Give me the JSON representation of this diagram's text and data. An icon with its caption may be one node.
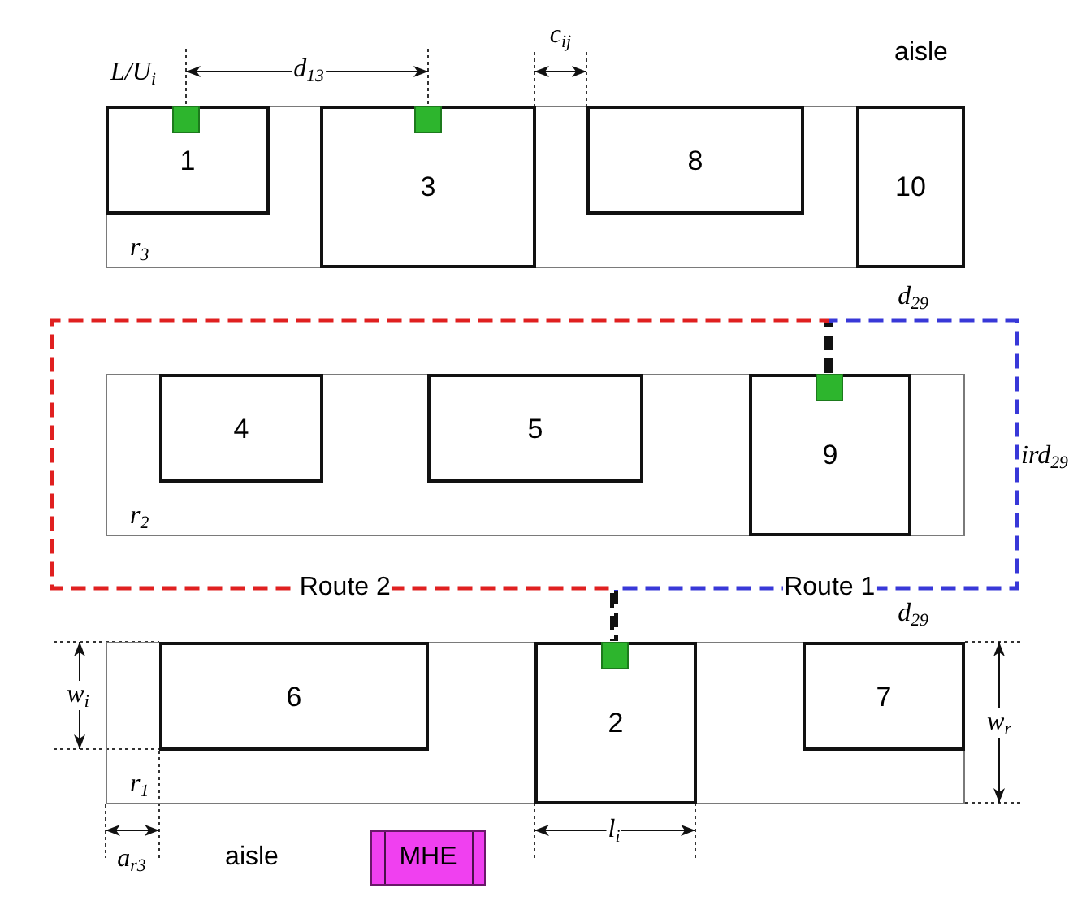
{
  "diagram": {
    "nodes": [
      {
        "text": [
          "r$_{3}$"
        ]
      },
      {
        "text": [
          "1"
        ],
        "in": 0
      },
      {
        "text": [],
        "shape": "box",
        "in": 1
      },
      {
        "text": [
          "3"
        ],
        "in": 0
      },
      {
        "text": [],
        "shape": "box",
        "in": 3
      },
      {
        "text": [
          "8"
        ],
        "in": 0
      },
      {
        "text": [
          "10"
        ],
        "in": 0
      },
      {
        "text": [
          "r$_{2}$"
        ]
      },
      {
        "text": [
          "4"
        ],
        "in": 7
      },
      {
        "text": [
          "5"
        ],
        "in": 7
      },
      {
        "text": [
          "9"
        ],
        "in": 7
      },
      {
        "text": [],
        "shape": "box",
        "in": 10
      },
      {
        "text": [
          "r$_{1}$"
        ]
      },
      {
        "text": [
          "6"
        ],
        "in": 12
      },
      {
        "text": [
          "2"
        ],
        "in": 12
      },
      {
        "text": [],
        "shape": "box",
        "in": 14
      },
      {
        "text": [
          "7"
        ],
        "in": 12
      },
      {
        "text": [
          "MHE"
        ]
      }
    ],
    "edges": [
      {
        "from": 11,
        "to": 15,
        "arrow": "none",
        "label": "Route 2",
        "style": "dashed",
        "color": "#e02020"
      },
      {
        "from": 11,
        "to": 15,
        "arrow": "none",
        "label": "Route 1",
        "style": "dashed",
        "color": "#3838d8"
      }
    ],
    "labels": [
      "L/U$_{i}$",
      "d$_{13}$",
      "c$_{ij}$",
      "aisle",
      "d$_{29}$",
      "ird$_{29}$",
      "d$_{29}$",
      "w$_{i}$",
      "w$_{r}$",
      "l$_{i}$",
      "a$_{r3}$",
      "aisle"
    ]
  }
}
